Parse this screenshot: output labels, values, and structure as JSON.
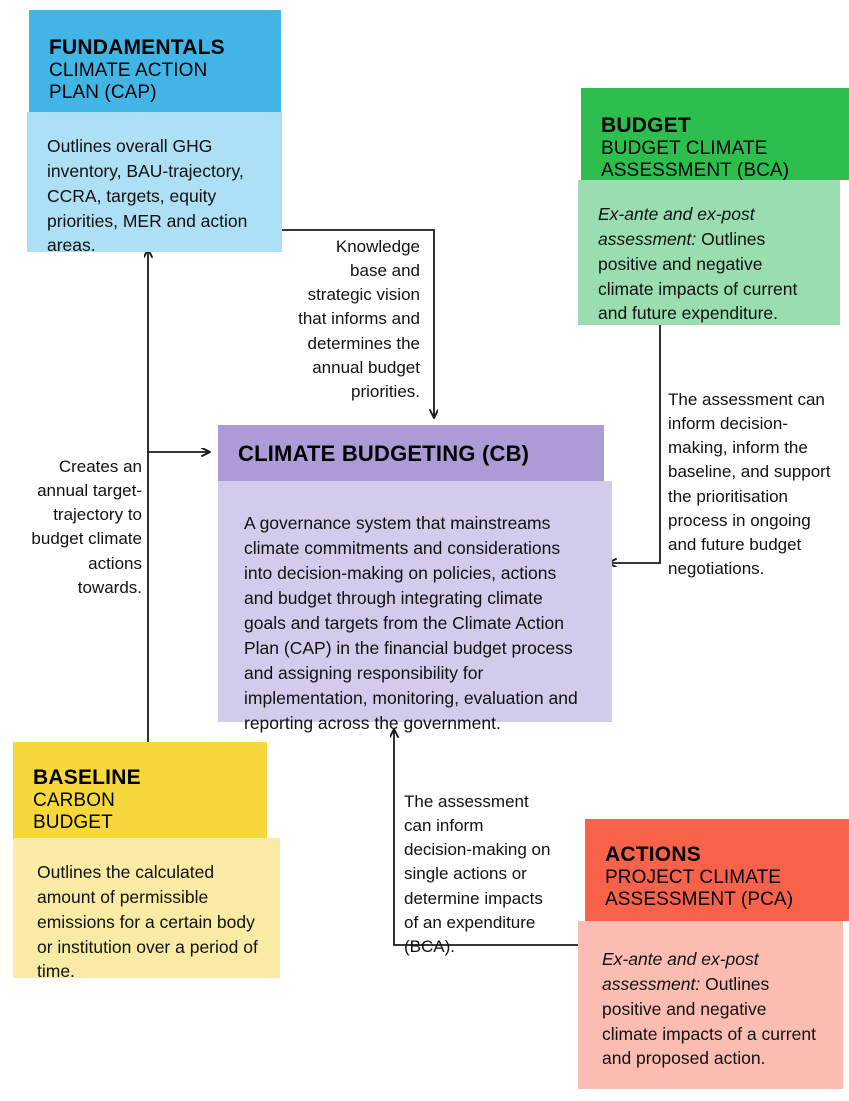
{
  "diagram": {
    "title": "Climate Budgeting system relationships",
    "palette": {
      "fundamentals_header": "#41B6E6",
      "fundamentals_body": "#ADDFF5",
      "budget_header": "#2DBE4E",
      "budget_body": "#99DDB0",
      "climate_budgeting_header": "#AC9BD6",
      "climate_budgeting_body": "#D3CBEC",
      "baseline_header": "#F7D83C",
      "baseline_body": "#F9EBA4",
      "actions_header": "#F8614A",
      "actions_body": "#FBBDB2",
      "wire": "#1a1a1a"
    },
    "cards": [
      {
        "id": "fundamentals",
        "title": "FUNDAMENTALS",
        "subtitle": "CLIMATE ACTION\nPLAN (CAP)",
        "body": "Outlines overall GHG inventory, BAU-trajectory, CCRA, targets, equity priorities, MER and action areas."
      },
      {
        "id": "budget",
        "title": "BUDGET",
        "subtitle": "BUDGET CLIMATE\nASSESSMENT (BCA)",
        "body_emphasis": "Ex-ante and ex-post assessment:",
        "body": " Outlines positive and negative climate impacts of current and future expenditure."
      },
      {
        "id": "climate-budgeting",
        "title": "CLIMATE BUDGETING (CB)",
        "subtitle": "",
        "body": "A governance system that mainstreams climate commitments and considerations into decision-making on policies, actions and budget through integrating climate goals and targets from the Climate Action Plan (CAP) in the financial budget process and assigning responsibility for implementation, monitoring, evaluation and reporting across the government."
      },
      {
        "id": "baseline",
        "title": "BASELINE",
        "subtitle": "CARBON\nBUDGET",
        "body": "Outlines the calculated amount of permissible emissions for a certain body or institution over a period of time."
      },
      {
        "id": "actions",
        "title": "ACTIONS",
        "subtitle": "PROJECT CLIMATE\nASSESSMENT (PCA)",
        "body_emphasis": "Ex-ante and ex-post assessment:",
        "body": " Outlines positive and negative climate impacts of a current and proposed action."
      }
    ],
    "connectors": [
      {
        "id": "cap-to-cb",
        "label": "Knowledge base and strategic vision that informs and determines the annual budget priorities.",
        "from": "fundamentals",
        "to": "climate-budgeting"
      },
      {
        "id": "cb-to-baseline",
        "label": "Creates an annual target-trajectory to budget climate actions towards.",
        "from": "climate-budgeting",
        "to": "fundamentals"
      },
      {
        "id": "bca-to-cb",
        "label": "The assessment can inform decision-making, inform the baseline, and support the prioritisation process in ongoing and future budget negotiations.",
        "from": "budget",
        "to": "climate-budgeting"
      },
      {
        "id": "pca-to-cb",
        "label": "The assessment can inform decision-making on single actions or determine impacts of an expenditure (BCA).",
        "from": "actions",
        "to": "climate-budgeting"
      }
    ]
  }
}
